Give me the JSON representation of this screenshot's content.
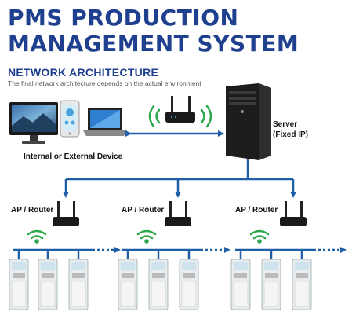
{
  "title_line1": "PMS PRODUCTION",
  "title_line2": "MANAGEMENT SYSTEM",
  "section_title": "NETWORK ARCHITECTURE",
  "note": "The final network architecture depends on the actual environment",
  "server_label_1": "Server",
  "server_label_2": "(Fixed IP)",
  "device_label": "Internal or External Device",
  "ap_labels": [
    "AP / Router",
    "AP / Router",
    "AP / Router"
  ],
  "colors": {
    "title": "#1f3f8f",
    "line": "#1f5fa8",
    "wifi": "#2aa84a"
  },
  "icons": [
    "desktop-monitor-icon",
    "smartphone-icon",
    "laptop-icon",
    "wifi-router-icon",
    "server-tower-icon",
    "wifi-signal-icon",
    "production-terminal-icon"
  ]
}
